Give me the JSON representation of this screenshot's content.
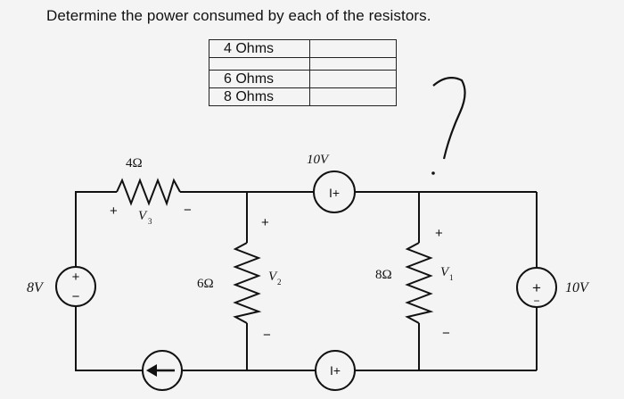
{
  "question": "Determine the power consumed by each of the resistors.",
  "table": {
    "rows": [
      {
        "label": "4 Ohms",
        "value": ""
      },
      {
        "label": "6 Ohms",
        "value": ""
      },
      {
        "label": "8 Ohms",
        "value": ""
      }
    ]
  },
  "handwritten_mark": "?",
  "circuit": {
    "resistor_top": {
      "value": "4Ω",
      "plus": "+",
      "voltage": "V",
      "voltage_sub": "3",
      "minus": "−"
    },
    "resistor_mid": {
      "value": "6Ω",
      "plus": "+",
      "voltage": "V",
      "voltage_sub": "2",
      "minus": "−"
    },
    "resistor_right": {
      "value": "8Ω",
      "plus": "+",
      "voltage": "V",
      "voltage_sub": "1",
      "minus": "−"
    },
    "source_left": {
      "value": "8V",
      "plus": "+",
      "minus": "−"
    },
    "source_top": {
      "value": "10V",
      "marking": "I+"
    },
    "source_right": {
      "value": "10V",
      "plus": "+",
      "minus": "−"
    },
    "source_bottom_dep": {
      "marking": "I+"
    }
  }
}
